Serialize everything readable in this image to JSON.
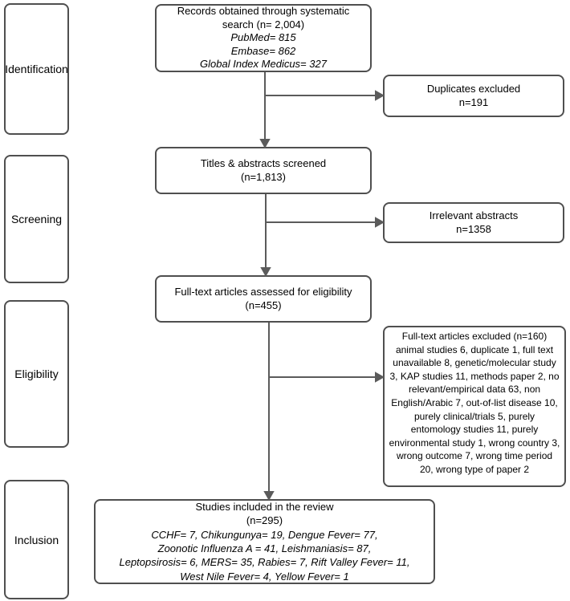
{
  "diagram": {
    "stages": [
      {
        "label": "Identification"
      },
      {
        "label": "Screening"
      },
      {
        "label": "Eligibility"
      },
      {
        "label": "Inclusion"
      }
    ],
    "records_box": {
      "heading": "Records obtained through systematic search (n= 2,004)",
      "sources": [
        "PubMed= 815",
        "Embase= 862",
        "Global Index Medicus= 327"
      ]
    },
    "duplicates_box": {
      "label": "Duplicates excluded",
      "count": "n=191"
    },
    "screened_box": {
      "label": "Titles & abstracts screened",
      "count": "(n=1,813)"
    },
    "irrelevant_box": {
      "label": "Irrelevant abstracts",
      "count": "n=1358"
    },
    "fulltext_box": {
      "label": "Full-text articles assessed for eligibility",
      "count": "(n=455)"
    },
    "excluded_box": {
      "heading": "Full-text articles excluded (n=160)",
      "body": "animal studies 6, duplicate 1, full text unavailable 8, genetic/molecular study 3, KAP studies 11, methods paper 2, no relevant/empirical data 63,  non English/Arabic 7, out-of-list disease 10, purely clinical/trials 5, purely entomology studies 11, purely environmental study 1, wrong country 3, wrong outcome 7, wrong time period 20, wrong type of paper 2"
    },
    "included_box": {
      "label": "Studies included in the review",
      "count": "(n=295)",
      "details": [
        "CCHF= 7, Chikungunya= 19, Dengue Fever= 77,",
        "Zoonotic Influenza A = 41, Leishmaniasis= 87,",
        "Leptopsirosis= 6, MERS= 35, Rabies= 7,  Rift Valley Fever= 11,",
        "West Nile Fever= 4, Yellow Fever= 1"
      ]
    },
    "colors": {
      "border": "#4f4f4f",
      "arrow": "#5b5b5b",
      "background": "#ffffff",
      "text": "#000000"
    }
  }
}
